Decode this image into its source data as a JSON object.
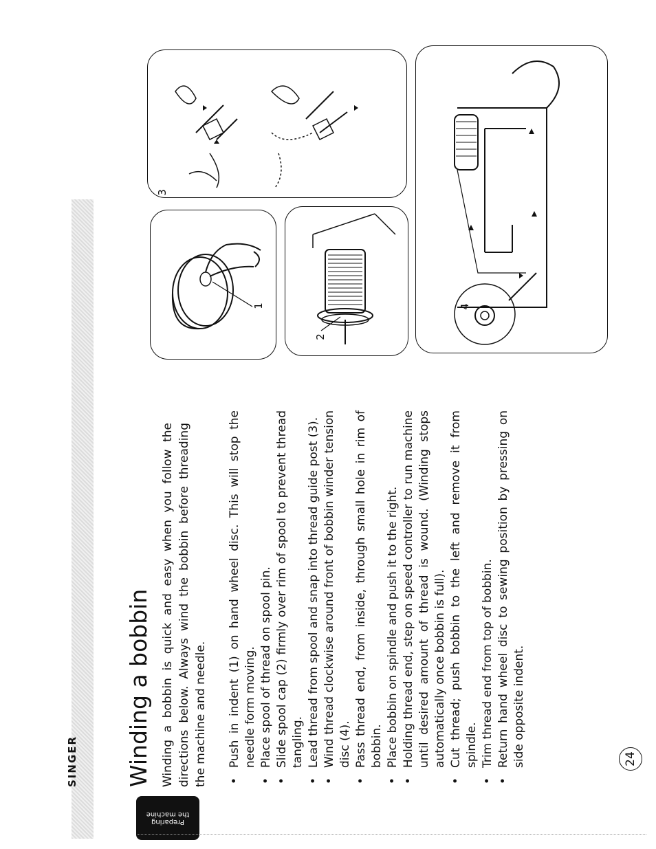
{
  "header": {
    "brand": "SINGER",
    "section_tab": "Preparing the machine"
  },
  "content": {
    "title": "Winding a bobbin",
    "intro": "Winding a bobbin is quick and easy when you follow the directions below. Always wind the bobbin before threading the machine and needle.",
    "steps": [
      "Push in indent (1) on hand wheel disc. This will stop the needle form moving.",
      "Place spool of thread on spool pin.",
      "Slide spool cap (2) firmly over rim of spool to prevent thread tangling.",
      "Lead thread from spool and snap into thread guide post (3).",
      "Wind thread clockwise around front of bobbin winder tension disc (4).",
      "Pass thread end, from inside, through small hole in rim of bobbin.",
      "Place bobbin on spindle and push it to the right.",
      "Holding thread end, step on speed controller to run machine until desired amount of thread is wound. (Winding stops automatically once bobbin is full).",
      "Cut thread; push bobbin to the left and remove it from spindle.",
      "Trim thread end from top of bobbin.",
      "Return hand wheel disc to sewing position by pressing on side opposite indent."
    ],
    "bullet": "•"
  },
  "figures": {
    "fig1_label": "1",
    "fig2_label": "2",
    "fig3_label": "3",
    "fig4_label": "4",
    "icon_hand_wheel": "hand-wheel-disc-illustration",
    "icon_spool": "spool-with-cap-illustration",
    "icon_thread_guide": "thread-guide-post-illustration",
    "icon_machine": "machine-bobbin-winder-illustration"
  },
  "footer": {
    "page_number": "24"
  }
}
